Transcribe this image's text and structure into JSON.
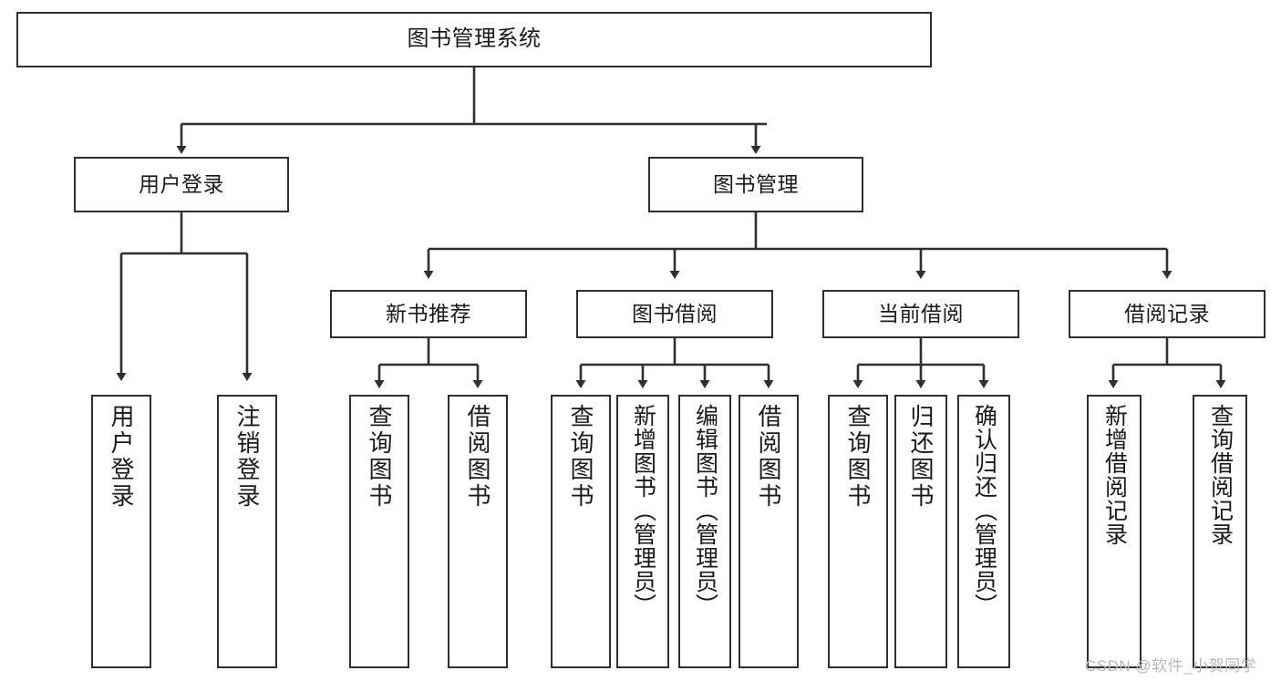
{
  "diagram": {
    "title": "图书管理系统",
    "type": "hierarchy-tree",
    "levels": 4,
    "nodes": {
      "root": {
        "label": "图书管理系统"
      },
      "level2": [
        {
          "id": "user-login",
          "label": "用户登录"
        },
        {
          "id": "book-management",
          "label": "图书管理"
        }
      ],
      "level3": [
        {
          "id": "new-book-recommend",
          "label": "新书推荐",
          "parent": "book-management"
        },
        {
          "id": "book-borrow",
          "label": "图书借阅",
          "parent": "book-management"
        },
        {
          "id": "current-borrow",
          "label": "当前借阅",
          "parent": "book-management"
        },
        {
          "id": "borrow-record",
          "label": "借阅记录",
          "parent": "book-management"
        }
      ],
      "leaves": [
        {
          "id": "leaf-user-login",
          "label": "用户登录",
          "parent": "user-login"
        },
        {
          "id": "leaf-logout-login",
          "label": "注销登录",
          "parent": "user-login"
        },
        {
          "id": "leaf-query-book-1",
          "label": "查询图书",
          "parent": "new-book-recommend"
        },
        {
          "id": "leaf-borrow-book-1",
          "label": "借阅图书",
          "parent": "new-book-recommend"
        },
        {
          "id": "leaf-query-book-2",
          "label": "查询图书",
          "parent": "book-borrow"
        },
        {
          "id": "leaf-add-book",
          "label": "新增图书（管理员）",
          "parent": "book-borrow"
        },
        {
          "id": "leaf-edit-book",
          "label": "编辑图书（管理员）",
          "parent": "book-borrow"
        },
        {
          "id": "leaf-borrow-book-2",
          "label": "借阅图书",
          "parent": "book-borrow"
        },
        {
          "id": "leaf-query-book-3",
          "label": "查询图书",
          "parent": "current-borrow"
        },
        {
          "id": "leaf-return-book",
          "label": "归还图书",
          "parent": "current-borrow"
        },
        {
          "id": "leaf-confirm-return",
          "label": "确认归还（管理员）",
          "parent": "current-borrow"
        },
        {
          "id": "leaf-add-record",
          "label": "新增借阅记录",
          "parent": "borrow-record"
        },
        {
          "id": "leaf-query-record",
          "label": "查询借阅记录",
          "parent": "borrow-record"
        }
      ]
    },
    "colors": {
      "node_border": "#2f2f2f",
      "node_fill": "#ffffff",
      "edge": "#2f2f2f",
      "text": "#1a1a1a",
      "watermark": "#b8b8b8",
      "background": "#ffffff"
    }
  },
  "watermark": {
    "text": "CSDN @软件_小贺同学"
  }
}
